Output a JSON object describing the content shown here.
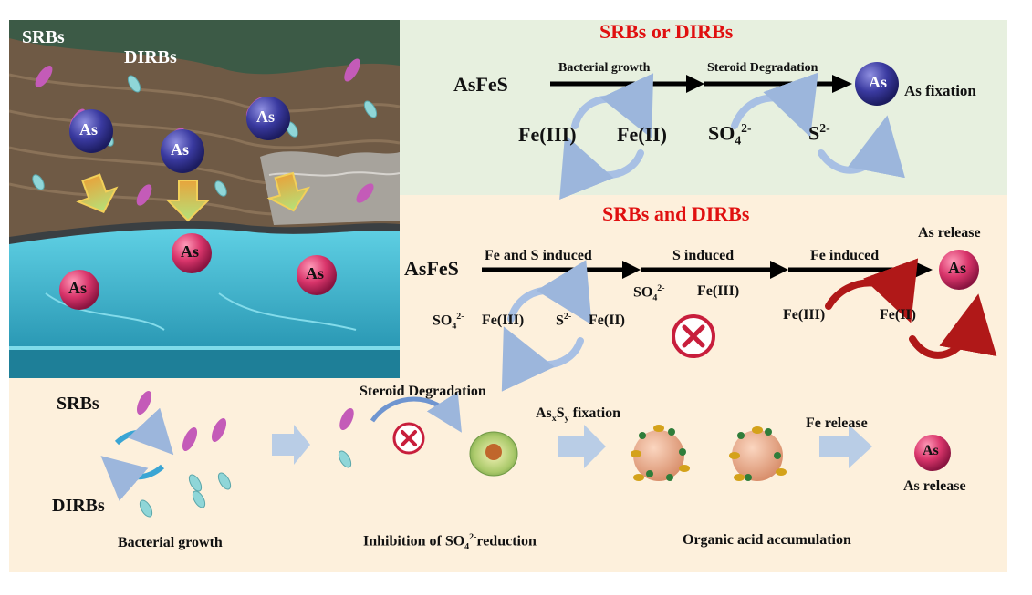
{
  "scene": {
    "srbs_label": "SRBs",
    "dirbs_label": "DIRBs",
    "as_label": "As"
  },
  "top_panel": {
    "title": "SRBs or DIRBs",
    "reactant": "AsFeS",
    "step1_label": "Bacterial growth",
    "step2_label": "Steroid Degradation",
    "product_label": "As fixation",
    "fe3": "Fe(III)",
    "fe2": "Fe(II)",
    "sulfate_base": "SO",
    "sulfate_sub": "4",
    "sulfate_sup": "2-",
    "sulfide_base": "S",
    "sulfide_sup": "2-"
  },
  "mid_panel": {
    "title": "SRBs and DIRBs",
    "reactant": "AsFeS",
    "step1_label": "Fe and S induced",
    "step2_label": "S induced",
    "step3_label": "Fe induced",
    "release_label": "As release",
    "sulfate_base": "SO",
    "sulfate_sub": "4",
    "sulfate_sup": "2-",
    "fe3": "Fe(III)",
    "sulfide_base": "S",
    "sulfide_sup": "2-",
    "fe2": "Fe(II)"
  },
  "bottom_panel": {
    "srbs_label": "SRBs",
    "dirbs_label": "DIRBs",
    "steroid_label": "Steroid Degradation",
    "asxsy_base": "As",
    "asxsy_sub1": "x",
    "asxsy_mid": "S",
    "asxsy_sub2": "y",
    "asxsy_tail": " fixation",
    "fe_release_label": "Fe release",
    "as_release_label": "As release",
    "caption_growth": "Bacterial growth",
    "caption_inhibition_pre": "Inhibition of SO",
    "caption_inhibition_sub": "4",
    "caption_inhibition_sup": "2-",
    "caption_inhibition_post": "reduction",
    "caption_organic": "Organic acid accumulation"
  },
  "colors": {
    "red_title": "#e01010",
    "fixed_as": "#2f2f8f",
    "released_as": "#d9356b",
    "water": "#3fb6cc",
    "sediment": "#6f5a45",
    "top_bg": "#e7f0df",
    "mid_bg": "#fdf0dc",
    "bottom_bg": "#fdf0dc"
  },
  "icons": [
    "bacterium-purple-icon",
    "bacterium-teal-icon",
    "cycle-arrow-icon",
    "inhibition-x-icon",
    "down-arrow-icon",
    "block-arrow-icon",
    "nanoparticle-icon",
    "cell-icon"
  ]
}
